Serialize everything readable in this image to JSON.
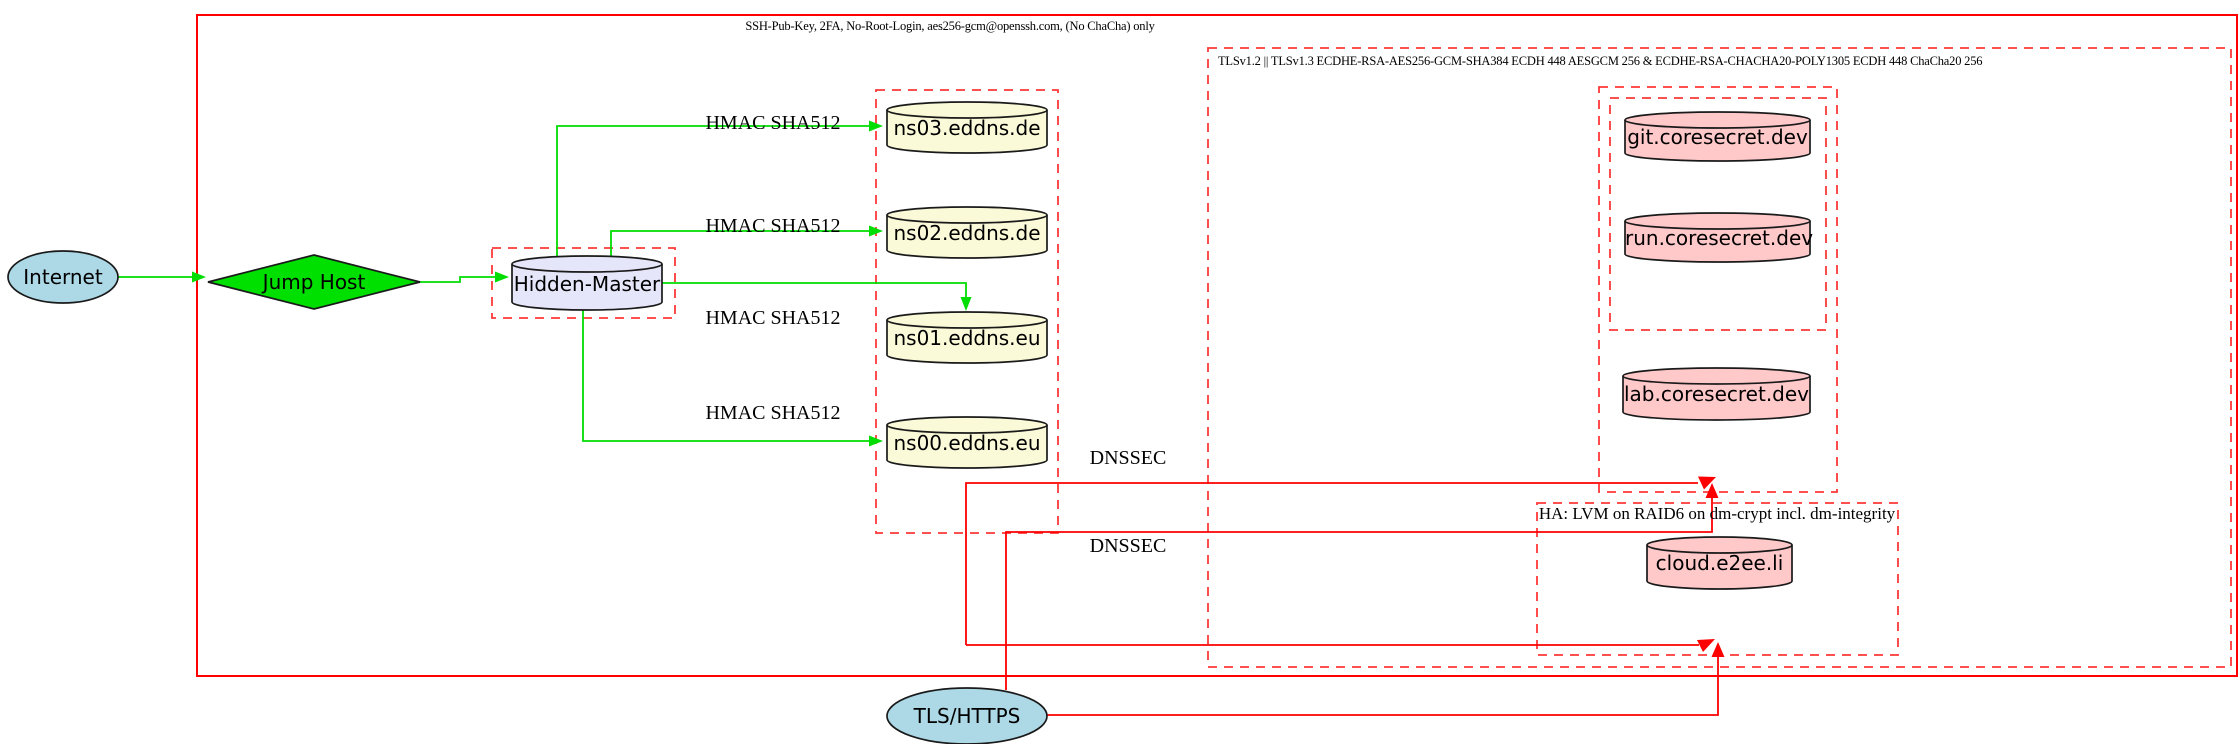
{
  "clusters": {
    "ssh": {
      "label": "SSH-Pub-Key, 2FA, No-Root-Login, aes256-gcm@openssh.com, (No ChaCha) only"
    },
    "tls": {
      "label": "TLSv1.2 || TLSv1.3 ECDHE-RSA-AES256-GCM-SHA384 ECDH 448 AESGCM 256 & ECDHE-RSA-CHACHA20-POLY1305 ECDH 448 ChaCha20 256"
    },
    "ha": {
      "label": "HA: LVM on RAID6 on dm-crypt incl. dm-integrity"
    }
  },
  "nodes": {
    "internet": {
      "label": "Internet",
      "shape": "ellipse",
      "fill": "#add8e6"
    },
    "jump_host": {
      "label": "Jump Host",
      "shape": "diamond",
      "fill": "#00e000"
    },
    "hidden_master": {
      "label": "Hidden-Master",
      "shape": "cylinder",
      "fill": "#e6e6fa"
    },
    "ns03": {
      "label": "ns03.eddns.de",
      "shape": "cylinder",
      "fill": "#fafad8"
    },
    "ns02": {
      "label": "ns02.eddns.de",
      "shape": "cylinder",
      "fill": "#fafad8"
    },
    "ns01": {
      "label": "ns01.eddns.eu",
      "shape": "cylinder",
      "fill": "#fafad8"
    },
    "ns00": {
      "label": "ns00.eddns.eu",
      "shape": "cylinder",
      "fill": "#fafad8"
    },
    "git": {
      "label": "git.coresecret.dev",
      "shape": "cylinder",
      "fill": "#ffc9ca"
    },
    "run": {
      "label": "run.coresecret.dev",
      "shape": "cylinder",
      "fill": "#ffc9ca"
    },
    "lab": {
      "label": "lab.coresecret.dev",
      "shape": "cylinder",
      "fill": "#ffc9ca"
    },
    "cloud": {
      "label": "cloud.e2ee.li",
      "shape": "cylinder",
      "fill": "#ffc9ca"
    },
    "tls_https": {
      "label": "TLS/HTTPS",
      "shape": "ellipse",
      "fill": "#add8e6"
    }
  },
  "edge_labels": {
    "hmac": [
      "HMAC SHA512",
      "HMAC SHA512",
      "HMAC SHA512",
      "HMAC SHA512"
    ],
    "dnssec": [
      "DNSSEC",
      "DNSSEC"
    ]
  },
  "colors": {
    "edge_green": "#00dd00",
    "edge_red": "#fe0000",
    "cluster_border_red": "#ff3838",
    "node_border": "#1a1a1a",
    "background": "#ffffff"
  }
}
